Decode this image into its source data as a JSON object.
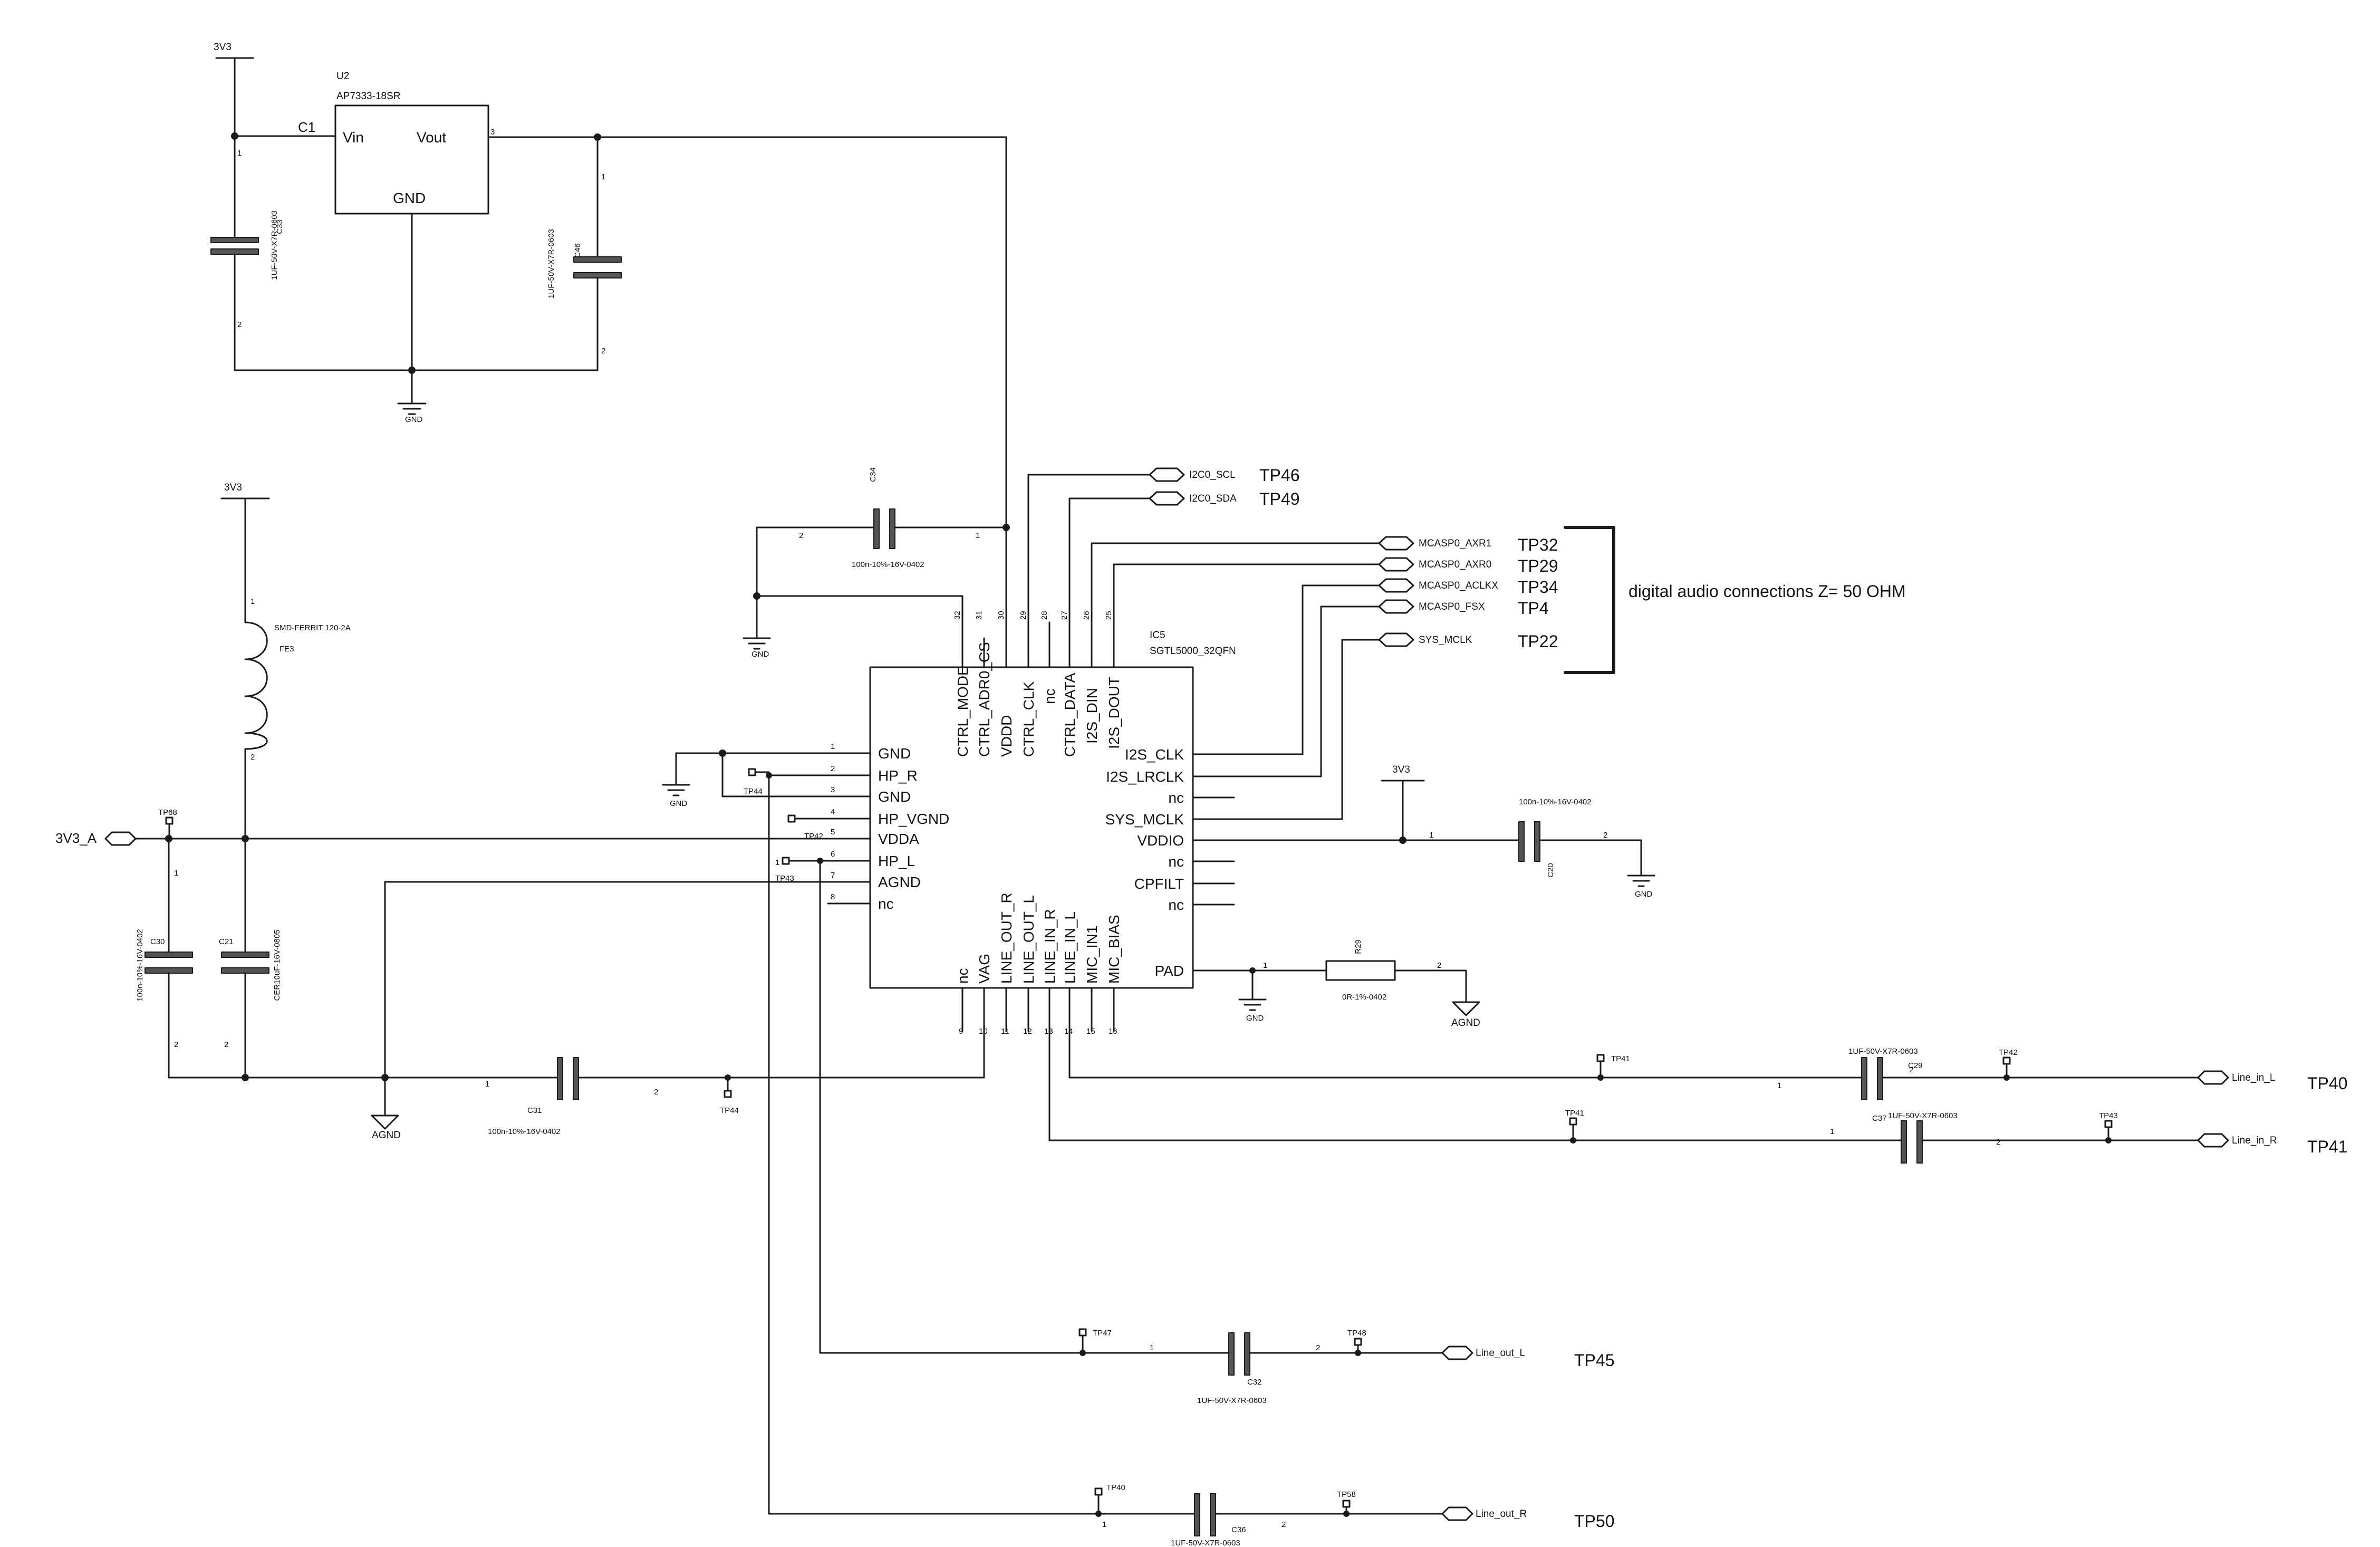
{
  "power": {
    "top": "3V3",
    "ferrite_supply": "3V3",
    "vddio_supply": "3V3",
    "analog_port": "3V3_A",
    "gnd": "GND",
    "agnd": "AGND"
  },
  "regulator": {
    "ref": "U2",
    "part": "AP7333-18SR",
    "vin": "Vin",
    "vout": "Vout",
    "gnd": "GND",
    "input_net": "C1",
    "pin1": "1",
    "pin3": "3"
  },
  "codec": {
    "ref": "IC5",
    "part": "SGTL5000_32QFN",
    "left_pins": [
      {
        "num": "1",
        "name": "GND"
      },
      {
        "num": "2",
        "name": "HP_R"
      },
      {
        "num": "3",
        "name": "GND"
      },
      {
        "num": "4",
        "name": "HP_VGND"
      },
      {
        "num": "5",
        "name": "VDDA"
      },
      {
        "num": "6",
        "name": "HP_L"
      },
      {
        "num": "7",
        "name": "AGND"
      },
      {
        "num": "8",
        "name": "nc"
      }
    ],
    "top_pins": [
      {
        "num": "32",
        "name": "CTRL_MODE"
      },
      {
        "num": "31",
        "name": "CTRL_ADR0_CS"
      },
      {
        "num": "30",
        "name": "VDDD"
      },
      {
        "num": "29",
        "name": "CTRL_CLK"
      },
      {
        "num": "28",
        "name": "nc"
      },
      {
        "num": "27",
        "name": "CTRL_DATA"
      },
      {
        "num": "26",
        "name": "I2S_DIN"
      },
      {
        "num": "25",
        "name": "I2S_DOUT"
      }
    ],
    "right_pins": [
      {
        "name": "I2S_CLK"
      },
      {
        "name": "I2S_LRCLK"
      },
      {
        "name": "nc"
      },
      {
        "name": "SYS_MCLK"
      },
      {
        "name": "VDDIO"
      },
      {
        "name": "nc"
      },
      {
        "name": "CPFILT"
      },
      {
        "name": "nc"
      },
      {
        "name": "PAD"
      }
    ],
    "bottom_pins": [
      {
        "num": "9",
        "name": "nc"
      },
      {
        "num": "10",
        "name": "VAG"
      },
      {
        "num": "11",
        "name": "LINE_OUT_R"
      },
      {
        "num": "12",
        "name": "LINE_OUT_L"
      },
      {
        "num": "13",
        "name": "LINE_IN_R"
      },
      {
        "num": "14",
        "name": "LINE_IN_L"
      },
      {
        "num": "15",
        "name": "MIC_IN1"
      },
      {
        "num": "16",
        "name": "MIC_BIAS"
      }
    ]
  },
  "nets": {
    "i2c": [
      {
        "label": "I2C0_SCL",
        "tp": "TP46"
      },
      {
        "label": "I2C0_SDA",
        "tp": "TP49"
      }
    ],
    "mcasp": [
      {
        "label": "MCASP0_AXR1",
        "tp": "TP32"
      },
      {
        "label": "MCASP0_AXR0",
        "tp": "TP29"
      },
      {
        "label": "MCASP0_ACLKX",
        "tp": "TP34"
      },
      {
        "label": "MCASP0_FSX",
        "tp": "TP4"
      },
      {
        "label": "SYS_MCLK",
        "tp": "TP22"
      }
    ],
    "bus_note": "digital audio connections Z= 50 OHM",
    "line_in_l": {
      "label": "Line_in_L",
      "tp": "TP40"
    },
    "line_in_r": {
      "label": "Line_in_R",
      "tp": "TP41"
    },
    "line_out_l": {
      "label": "Line_out_L",
      "tp": "TP45"
    },
    "line_out_r": {
      "label": "Line_out_R",
      "tp": "TP50"
    }
  },
  "components": {
    "c33": {
      "ref": "C33",
      "value": "1UF-50V-X7R-0603"
    },
    "c46": {
      "ref": "C46",
      "value": "1UF-50V-X7R-0603"
    },
    "c34": {
      "ref": "C34",
      "value": "100n-10%-16V-0402"
    },
    "c20": {
      "ref": "C20",
      "value": "100n-10%-16V-0402"
    },
    "c30": {
      "ref": "C30",
      "value": "100n-10%-16V-0402"
    },
    "c21": {
      "ref": "C21",
      "value": "CER10uF-16V-0805"
    },
    "c31": {
      "ref": "C31",
      "value": "100n-10%-16V-0402"
    },
    "c29": {
      "ref": "C29",
      "value": "1UF-50V-X7R-0603"
    },
    "c37": {
      "ref": "C37",
      "value": "1UF-50V-X7R-0603"
    },
    "c32": {
      "ref": "C32",
      "value": "1UF-50V-X7R-0603"
    },
    "c36": {
      "ref": "C36",
      "value": "1UF-50V-X7R-0603"
    },
    "fe3": {
      "ref": "FE3",
      "value": "SMD-FERRIT 120-2A"
    },
    "r29": {
      "ref": "R29",
      "value": "0R-1%-0402"
    }
  },
  "testpoints": {
    "tp68": "TP68",
    "tp44a": "TP44",
    "tp42a": "TP42",
    "tp43a": "TP43",
    "tp44b": "TP44",
    "tp41a": "TP41",
    "tp42b": "TP42",
    "tp41b": "TP41",
    "tp43b": "TP43",
    "tp47": "TP47",
    "tp48": "TP48",
    "tp40": "TP40",
    "tp58": "TP58"
  },
  "pin_nums": {
    "one": "1",
    "two": "2"
  }
}
